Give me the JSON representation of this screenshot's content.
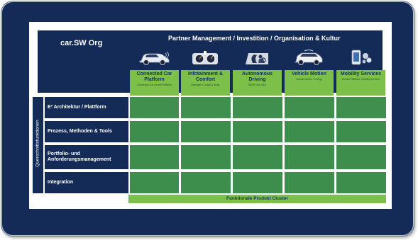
{
  "org_title": "car.SW Org",
  "partner_title": "Partner Management / Investition / Organisation & Kultur",
  "side_label": "Querschnittsfunktionen",
  "bottom_label": "Funktionale Produkt Cluster",
  "columns": [
    {
      "title": "Connected Car Platform",
      "subtitle": "Connected Car Device Platform",
      "icon": "car-icon"
    },
    {
      "title": "Infotainment & Comfort",
      "subtitle": "Intelligent Cockpit & Body",
      "icon": "cockpit-icon"
    },
    {
      "title": "Autonomous Driving",
      "subtitle": "AD/AP incl. HD2",
      "icon": "driver-seat-icon"
    },
    {
      "title": "Vehicle Motion",
      "subtitle": "Vehicle Motion / Energy",
      "icon": "suv-icon"
    },
    {
      "title": "Mobility Services",
      "subtitle": "Service Platform, Mobility Services",
      "icon": "phone-apps-icon"
    }
  ],
  "rows": [
    {
      "label": "E³ Architektur / Plattform"
    },
    {
      "label": "Prozess, Methoden & Tools"
    },
    {
      "label": "Portfolio- und Anforderungsmanagement"
    },
    {
      "label": "Integration"
    }
  ],
  "colors": {
    "frame": "#142a57",
    "navy": "#142a57",
    "header_green": "#7cc04a",
    "cell_green": "#3d8e4d"
  }
}
